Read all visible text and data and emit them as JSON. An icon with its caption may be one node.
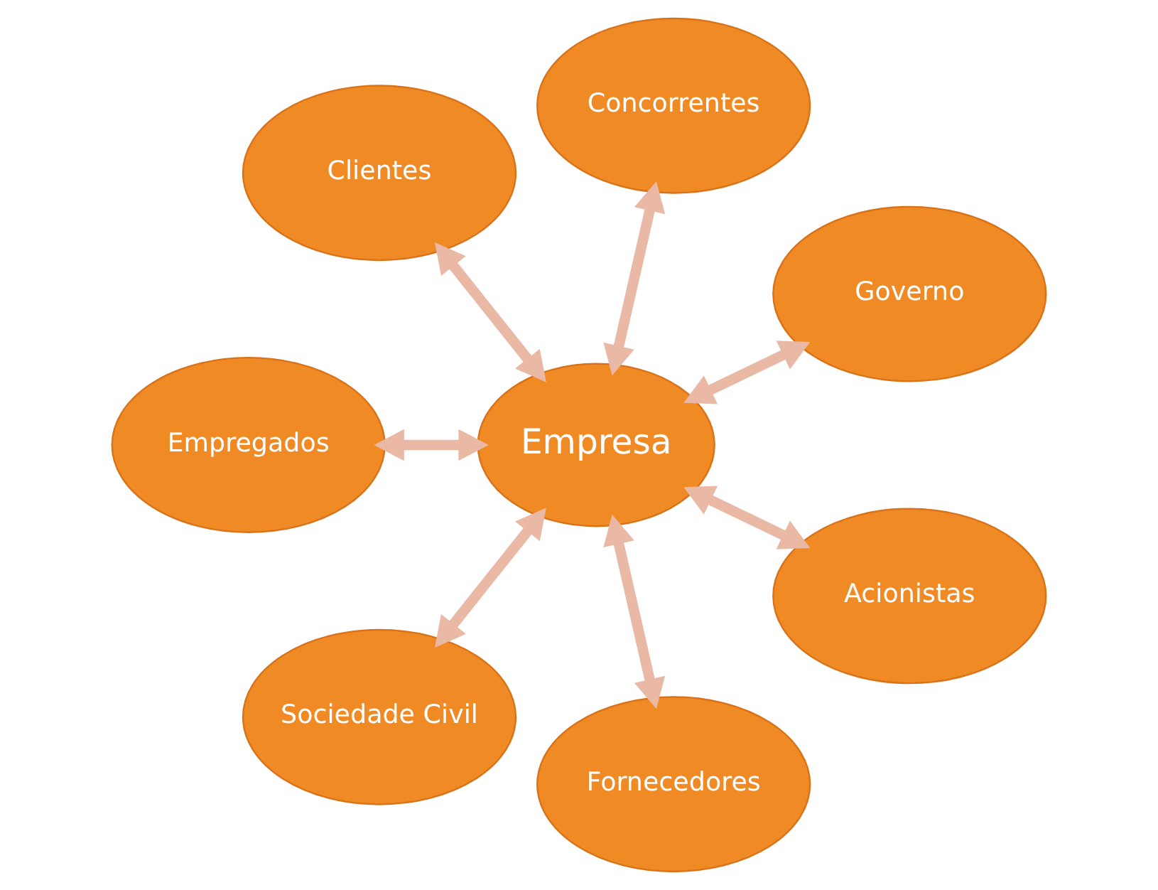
{
  "diagram": {
    "nodes": [
      {
        "text": [
          "Empresa"
        ]
      },
      {
        "text": [
          "Governo"
        ]
      },
      {
        "text": [
          "Concorrentes"
        ]
      },
      {
        "text": [
          "Clientes"
        ]
      },
      {
        "text": [
          "Empregados"
        ]
      },
      {
        "text": [
          "Sociedade Civil"
        ]
      },
      {
        "text": [
          "Fornecedores"
        ]
      },
      {
        "text": [
          "Acionistas"
        ]
      }
    ],
    "edges": [
      {
        "from": 0,
        "to": 1,
        "arrow": "both"
      },
      {
        "from": 0,
        "to": 2,
        "arrow": "both"
      },
      {
        "from": 0,
        "to": 3,
        "arrow": "both"
      },
      {
        "from": 0,
        "to": 4,
        "arrow": "both"
      },
      {
        "from": 0,
        "to": 5,
        "arrow": "both"
      },
      {
        "from": 0,
        "to": 6,
        "arrow": "both"
      },
      {
        "from": 0,
        "to": 7,
        "arrow": "both"
      }
    ]
  }
}
